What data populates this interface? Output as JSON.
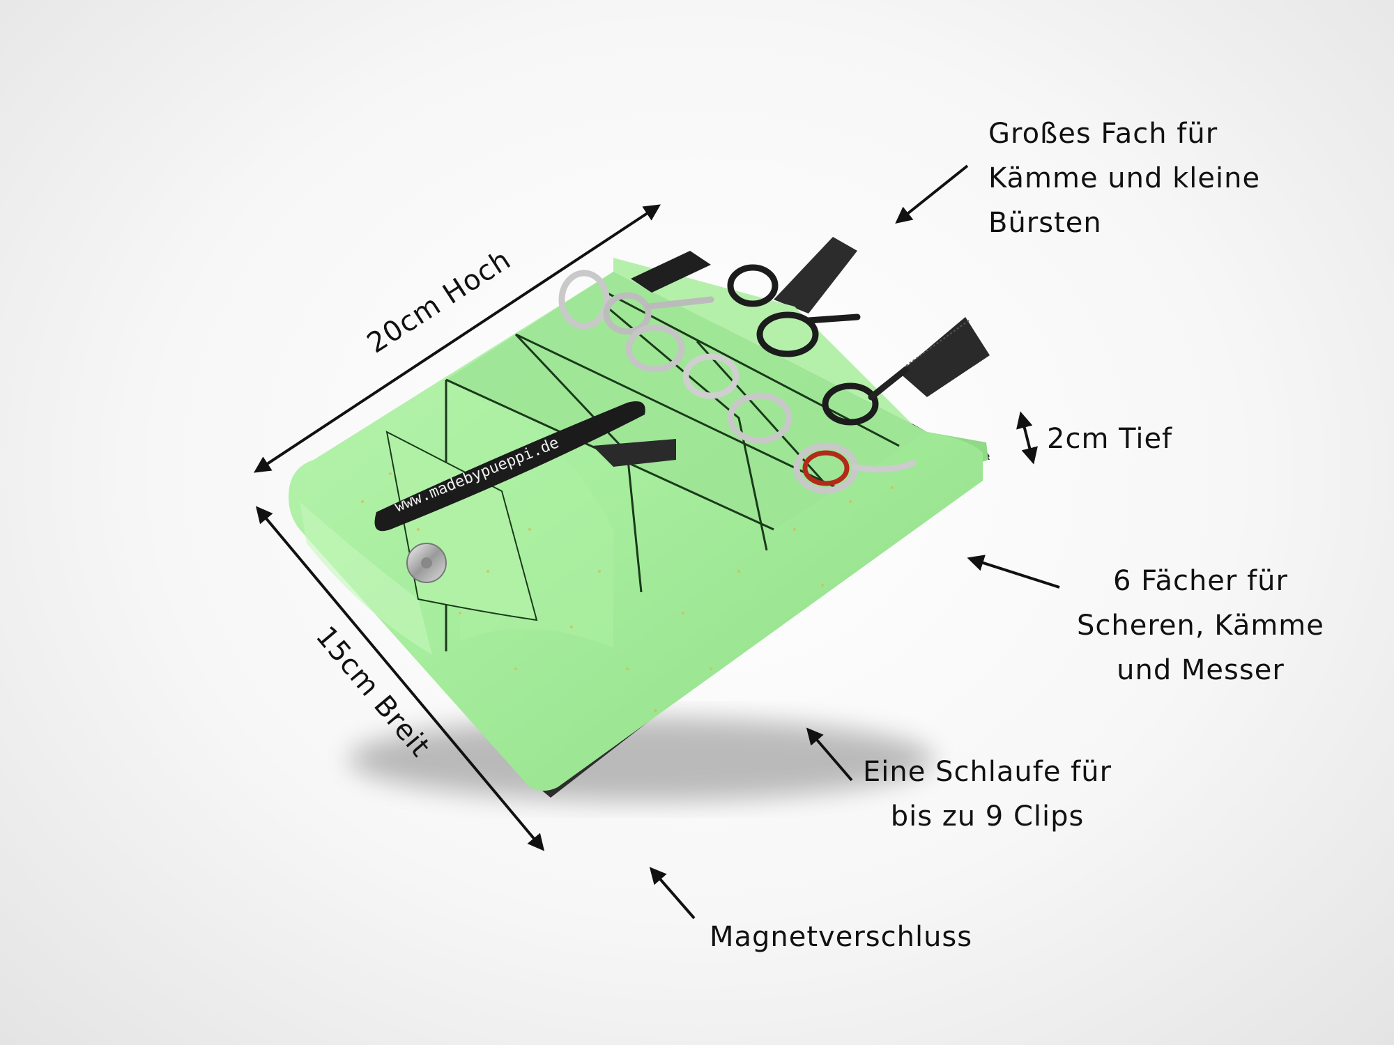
{
  "dimensions": {
    "height": "20cm Hoch",
    "width": "15cm Breit",
    "depth": "2cm Tief"
  },
  "annotations": {
    "large_pocket": [
      "Großes Fach für",
      "Kämme und kleine",
      "Bürsten"
    ],
    "six_pockets": [
      "6 Fächer für",
      "Scheren, Kämme",
      "und Messer"
    ],
    "clip_loop": [
      "Eine Schlaufe für",
      "bis zu 9 Clips"
    ],
    "magnet": "Magnetverschluss"
  },
  "product": {
    "clip_text": "www.madebypueppi.de"
  },
  "colors": {
    "pouch_green": "#a8f0a0",
    "pouch_dark": "#7fd37a",
    "stitch": "#1a3a1a",
    "arrow": "#111111"
  }
}
